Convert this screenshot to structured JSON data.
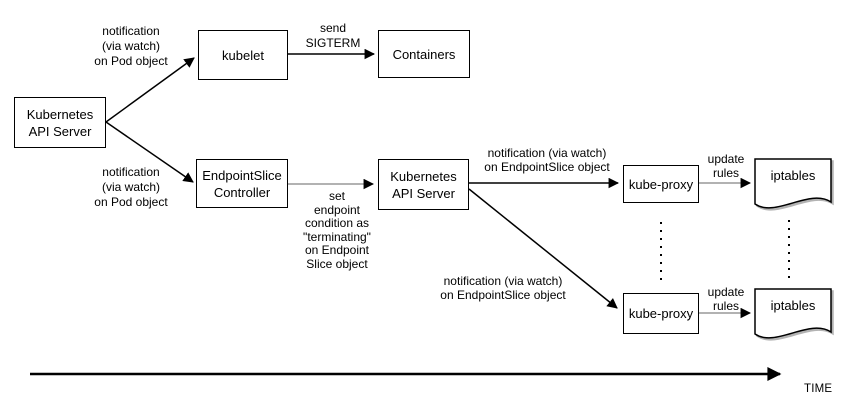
{
  "diagram": {
    "nodes": {
      "api_server_left": "Kubernetes\nAPI Server",
      "kubelet": "kubelet",
      "containers": "Containers",
      "endpointslice_controller": "EndpointSlice\nController",
      "api_server_mid": "Kubernetes\nAPI Server",
      "kube_proxy_top": "kube-proxy",
      "kube_proxy_bottom": "kube-proxy",
      "iptables_top": "iptables",
      "iptables_bottom": "iptables"
    },
    "edge_labels": {
      "notif_pod_top": "notification\n(via watch)\non Pod object",
      "notif_pod_bottom": "notification\n(via watch)\non Pod object",
      "send_sigterm": "send\nSIGTERM",
      "set_endpoint_condition": "set\nendpoint\ncondition as\n\"terminating\"\non Endpoint\nSlice object",
      "notif_endpointslice_top": "notification (via watch)\non EndpointSlice object",
      "notif_endpointslice_bottom": "notification (via watch)\non EndpointSlice object",
      "update_rules_top": "update\nrules",
      "update_rules_bottom": "update\nrules"
    },
    "timeline": {
      "label": "TIME"
    },
    "colors": {
      "line": "#000000",
      "gray_line": "#999999",
      "box_border": "#000000",
      "box_fill": "#ffffff",
      "background": "#ffffff",
      "doc_shadow": "#b3b3b3"
    }
  }
}
